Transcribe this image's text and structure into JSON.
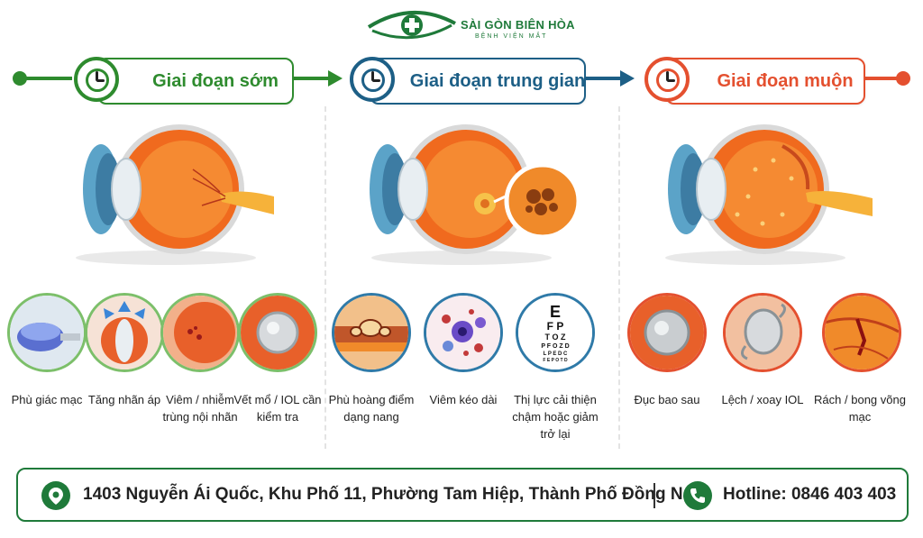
{
  "brand": {
    "name": "SÀI GÒN BIÊN HÒA",
    "subtitle": "BỆNH VIỆN MẮT",
    "color": "#1f7a3a"
  },
  "stages": [
    {
      "label": "Giai đoạn sớm",
      "color": "#2e8b2e"
    },
    {
      "label": "Giai đoạn trung gian",
      "color": "#1d5f86"
    },
    {
      "label": "Giai đoạn muộn",
      "color": "#e4502f"
    }
  ],
  "complications": {
    "early": [
      {
        "label": "Phù giác mạc"
      },
      {
        "label": "Tăng nhãn áp"
      },
      {
        "label": "Viêm / nhiễm trùng nội nhãn"
      },
      {
        "label": "Vết mổ / IOL cần kiểm tra"
      }
    ],
    "intermediate": [
      {
        "label": "Phù hoàng điểm dạng nang"
      },
      {
        "label": "Viêm kéo dài"
      },
      {
        "label": "Thị lực cải thiện chậm hoặc giảm trở lại"
      }
    ],
    "late": [
      {
        "label": "Đục bao sau"
      },
      {
        "label": "Lệch / xoay IOL"
      },
      {
        "label": "Rách / bong võng mạc"
      }
    ]
  },
  "eye_chart_rows": [
    "E",
    "F P",
    "T O Z",
    "P F O Z D",
    "L P E D C",
    "F E P O T D"
  ],
  "footer": {
    "address": "1403 Nguyễn Ái Quốc, Khu Phố 11, Phường Tam Hiệp, Thành Phố Đồng Nai",
    "hotline": "Hotline: 0846 403 403"
  },
  "icons": [
    "eye-cross-logo-icon",
    "clock-icon",
    "location-pin-icon",
    "phone-icon"
  ]
}
